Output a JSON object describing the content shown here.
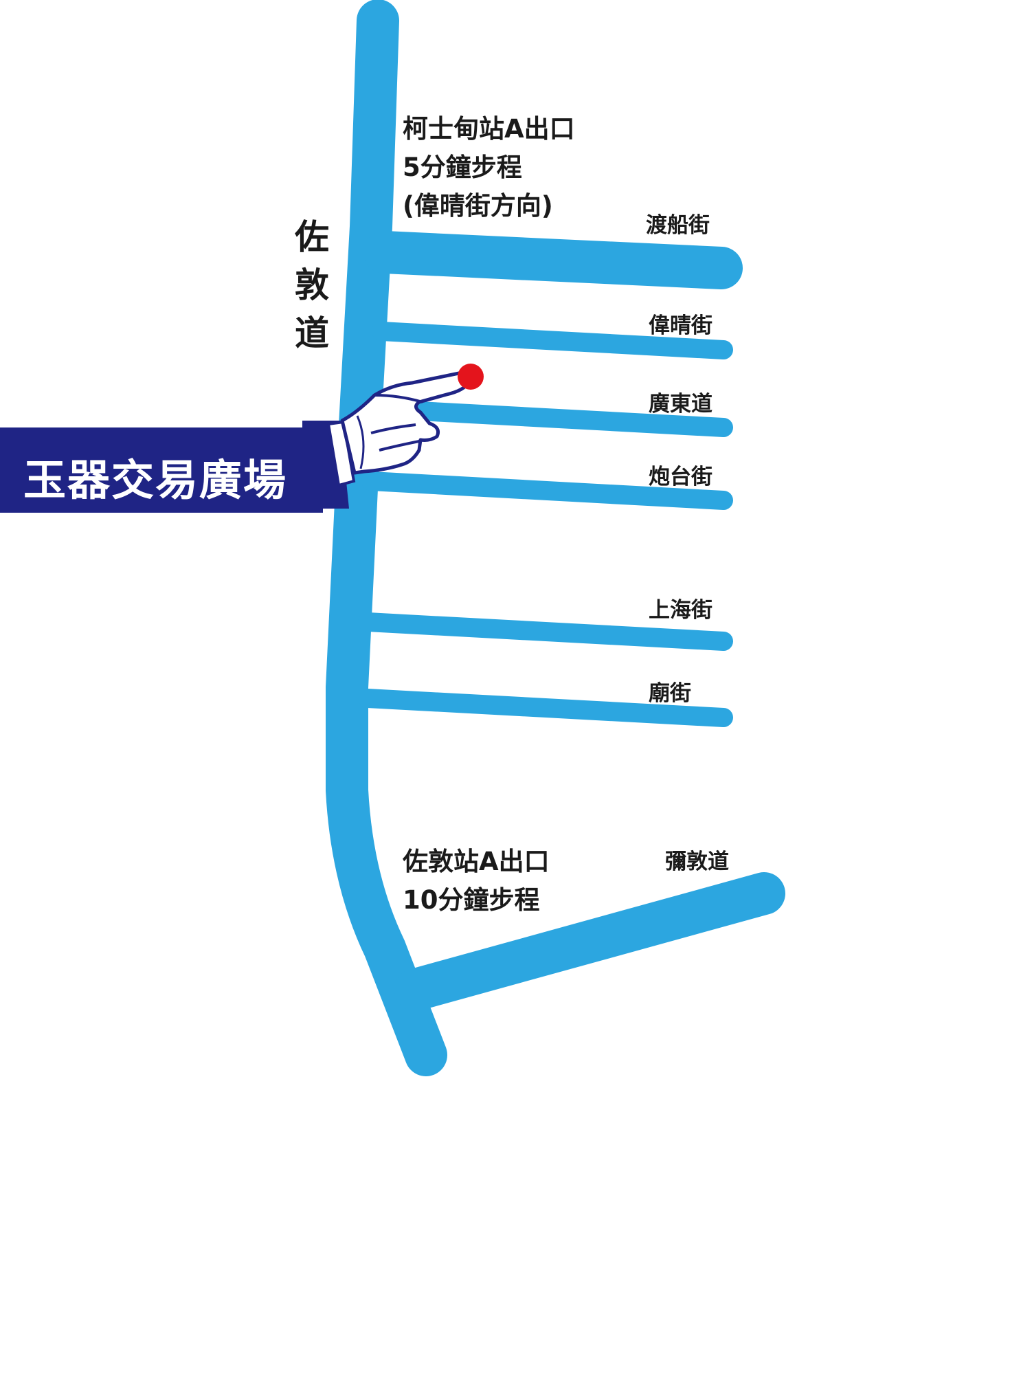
{
  "colors": {
    "road": "#2ca6e0",
    "banner": "#1f2485",
    "marker": "#e4141c",
    "text": "#1a1a1a"
  },
  "main_road": {
    "name": "佐敦道"
  },
  "streets": [
    {
      "id": "ferry",
      "name": "渡船街"
    },
    {
      "id": "wai-ching",
      "name": "偉晴街"
    },
    {
      "id": "canton",
      "name": "廣東道"
    },
    {
      "id": "pau-chung",
      "name": "炮台街"
    },
    {
      "id": "shanghai",
      "name": "上海街"
    },
    {
      "id": "temple",
      "name": "廟街"
    },
    {
      "id": "nathan",
      "name": "彌敦道"
    }
  ],
  "exits": {
    "austin": {
      "line1": "柯士甸站A出口",
      "line2": "5分鐘步程",
      "line3": "(偉晴街方向)"
    },
    "jordan": {
      "line1": "佐敦站A出口",
      "line2": "10分鐘步程"
    }
  },
  "venue": {
    "name": "玉器交易廣場",
    "icon": "pointing-hand-icon",
    "marker": "location-dot"
  }
}
